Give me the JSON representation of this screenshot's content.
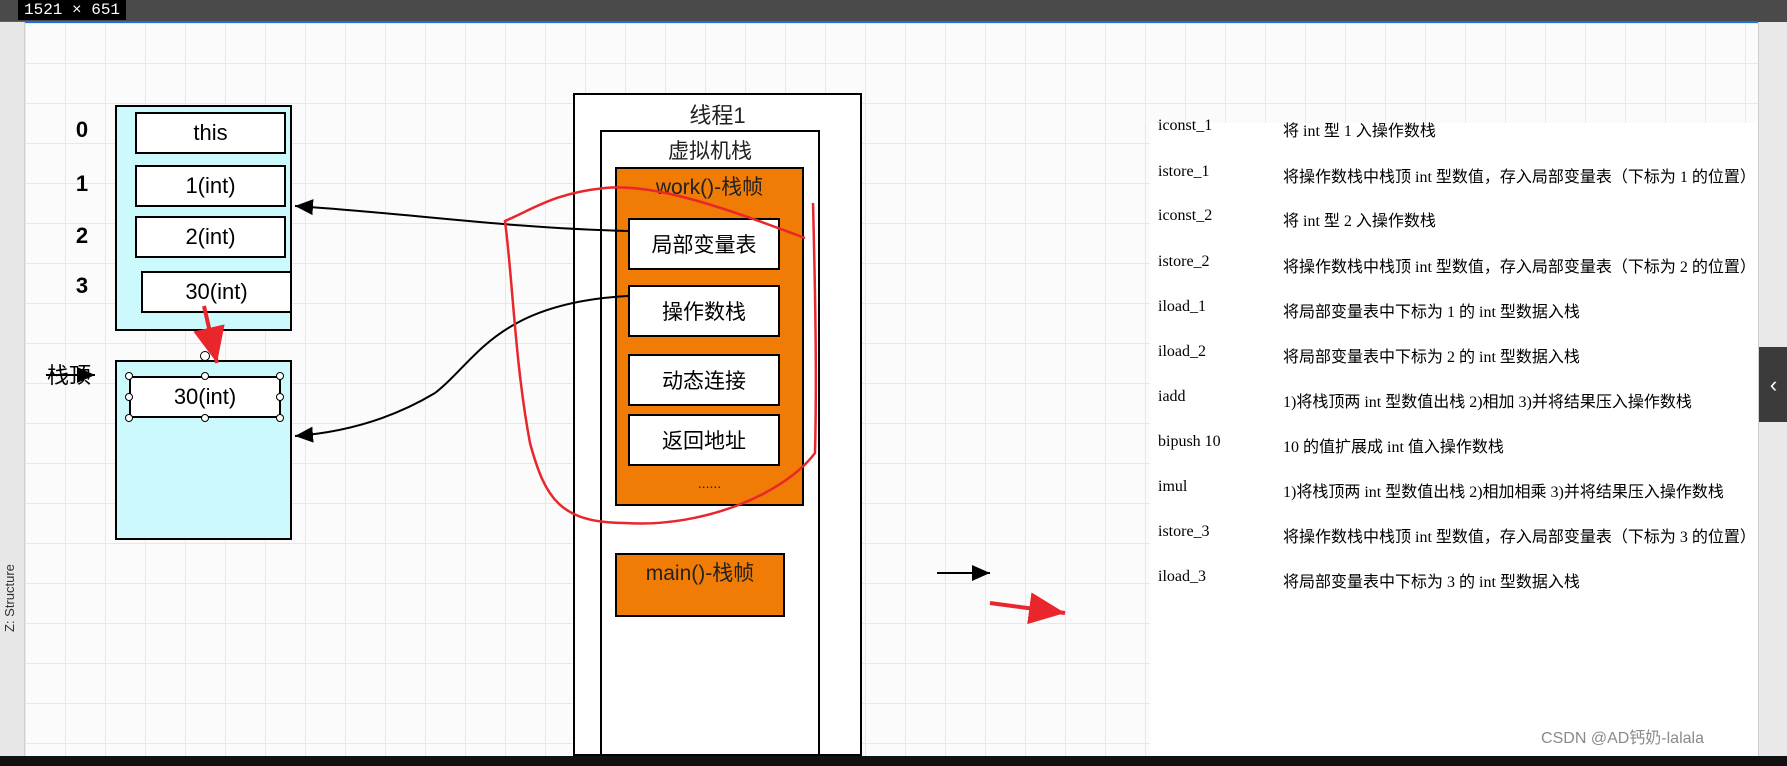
{
  "window": {
    "dimensions_label": "1521 × 651"
  },
  "sidebar": {
    "structure_label": "Z: Structure",
    "collapse_glyph": "‹"
  },
  "local_vars": {
    "indices": [
      "0",
      "1",
      "2",
      "3"
    ],
    "cells": [
      "this",
      "1(int)",
      "2(int)",
      "30(int)"
    ]
  },
  "operand_stack": {
    "top_label": "栈顶",
    "cells": [
      "30(int)"
    ]
  },
  "thread": {
    "title": "线程1",
    "vm_stack_title": "虚拟机栈",
    "work_frame_title": "work()-栈帧",
    "work_items": [
      "局部变量表",
      "操作数栈",
      "动态连接",
      "返回地址"
    ],
    "work_ellipsis": "......",
    "main_frame_title": "main()-栈帧"
  },
  "bytecode": [
    {
      "instr": "iconst_1",
      "desc": "将 int 型 1 入操作数栈"
    },
    {
      "instr": "istore_1",
      "desc": "将操作数栈中栈顶 int 型数值，存入局部变量表（下标为 1 的位置）"
    },
    {
      "instr": "iconst_2",
      "desc": "将 int 型 2 入操作数栈"
    },
    {
      "instr": "istore_2",
      "desc": "将操作数栈中栈顶 int 型数值，存入局部变量表（下标为 2 的位置）"
    },
    {
      "instr": "iload_1",
      "desc": "将局部变量表中下标为 1 的 int 型数据入栈"
    },
    {
      "instr": "iload_2",
      "desc": "将局部变量表中下标为 2 的 int 型数据入栈"
    },
    {
      "instr": "iadd",
      "desc": "1)将栈顶两 int 型数值出栈  2)相加  3)并将结果压入操作数栈"
    },
    {
      "instr": "bipush    10",
      "desc": "10 的值扩展成 int 值入操作数栈"
    },
    {
      "instr": "imul",
      "desc": "1)将栈顶两 int 型数值出栈  2)相加相乘 3)并将结果压入操作数栈"
    },
    {
      "instr": "istore_3",
      "desc": "将操作数栈中栈顶 int 型数值，存入局部变量表（下标为 3 的位置）"
    },
    {
      "instr": "iload_3",
      "desc": "将局部变量表中下标为 3 的 int 型数据入栈"
    }
  ],
  "watermark": "CSDN @AD钙奶-lalala",
  "colors": {
    "frame_orange": "#f07b05",
    "stack_cyan": "#ccf9fb",
    "annotation_red": "#e8262c"
  }
}
